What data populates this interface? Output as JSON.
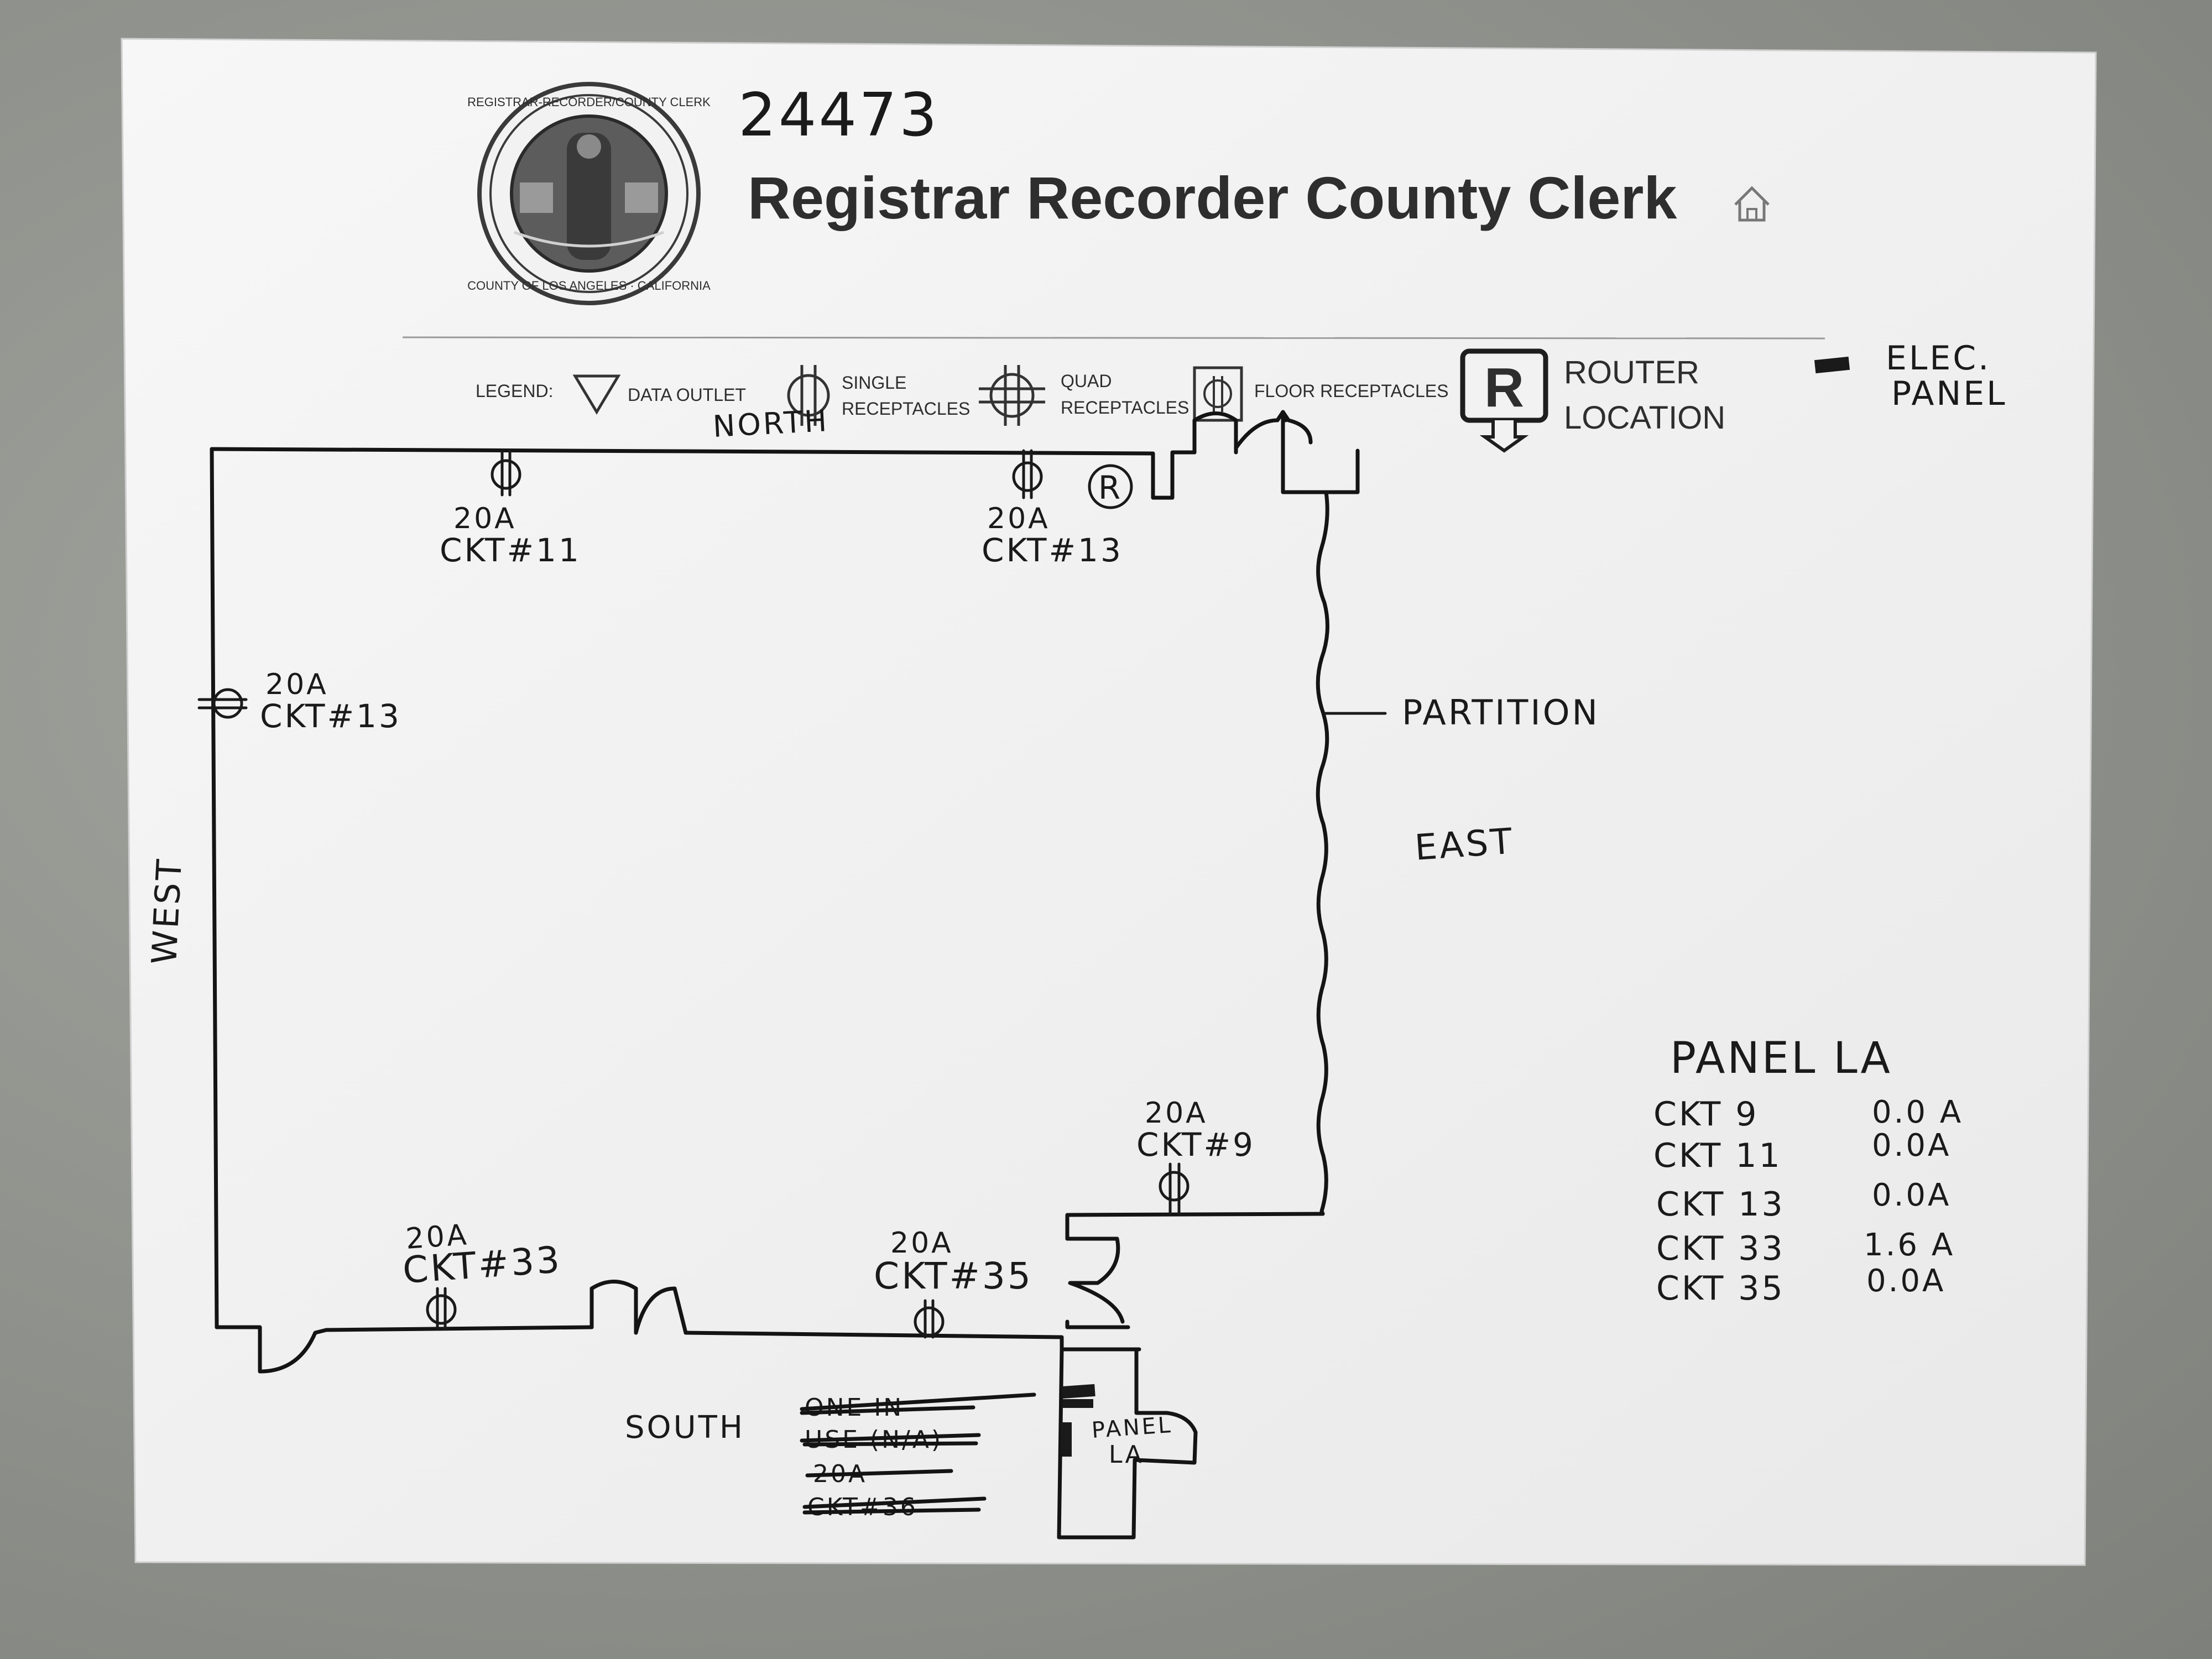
{
  "header": {
    "job_number": "24473",
    "title": "Registrar Recorder County Clerk",
    "home_icon": "home-icon",
    "seal": {
      "icon": "county-seal-icon",
      "ring_top": "REGISTRAR-RECORDER/COUNTY CLERK",
      "ring_bottom": "COUNTY OF LOS ANGELES · CALIFORNIA"
    }
  },
  "legend": {
    "label": "LEGEND:",
    "data_outlet": "DATA OUTLET",
    "single_line1": "SINGLE",
    "single_line2": "RECEPTACLES",
    "quad_line1": "QUAD",
    "quad_line2": "RECEPTACLES",
    "floor": "FLOOR RECEPTACLES",
    "router_line1": "ROUTER",
    "router_line2": "LOCATION",
    "router_symbol": "R",
    "elec_line1": "ELEC.",
    "elec_line2": "PANEL"
  },
  "walls": {
    "north": "NORTH",
    "south": "SOUTH",
    "east": "EAST",
    "west": "WEST",
    "partition": "PARTITION"
  },
  "router_marker": "R",
  "receptacles": [
    {
      "amps": "20A",
      "circuit": "CKT#11"
    },
    {
      "amps": "20A",
      "circuit": "CKT#13"
    },
    {
      "amps": "20A",
      "circuit": "CKT#13"
    },
    {
      "amps": "20A",
      "circuit": "CKT#9"
    },
    {
      "amps": "20A",
      "circuit": "CKT#33"
    },
    {
      "amps": "20A",
      "circuit": "CKT#35"
    }
  ],
  "struck_notes": [
    "ONE IN",
    "USE (N/A)",
    "20A",
    "CKT#36"
  ],
  "panel_label_line1": "PANEL",
  "panel_label_line2": "LA",
  "panel_table": {
    "title": "PANEL  LA",
    "rows": [
      {
        "circuit": "CKT 9",
        "load": "0.0 A"
      },
      {
        "circuit": "CKT 11",
        "load": "0.0A"
      },
      {
        "circuit": "CKT 13",
        "load": "0.0A"
      },
      {
        "circuit": "CKT 33",
        "load": "1.6 A"
      },
      {
        "circuit": "CKT 35",
        "load": "0.0A"
      }
    ]
  }
}
